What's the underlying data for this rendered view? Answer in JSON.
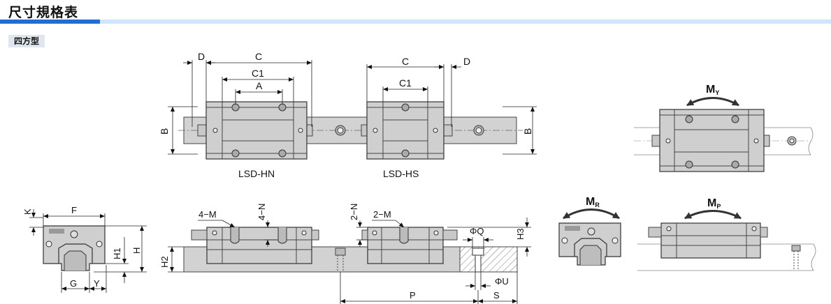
{
  "header": {
    "title": "尺寸規格表"
  },
  "subtitle": "四方型",
  "top_view": {
    "labels": {
      "D": "D",
      "C": "C",
      "C1": "C1",
      "A": "A",
      "B": "B"
    },
    "caption_hn": "LSD-HN",
    "caption_hs": "LSD-HS"
  },
  "front_view": {
    "labels": {
      "K": "K",
      "F": "F",
      "H": "H",
      "H1": "H1",
      "G": "G",
      "Y": "Y"
    }
  },
  "side_view": {
    "labels": {
      "M4": "4−M",
      "N4": "4−N",
      "N2": "2−N",
      "M2": "2−M",
      "H2": "H2",
      "H3": "H3",
      "Q": "ΦQ",
      "U": "ΦU",
      "P": "P",
      "S": "S"
    }
  },
  "moments": {
    "my": {
      "main": "M",
      "sub": "Y"
    },
    "mr": {
      "main": "M",
      "sub": "R"
    },
    "mp": {
      "main": "M",
      "sub": "P"
    }
  }
}
